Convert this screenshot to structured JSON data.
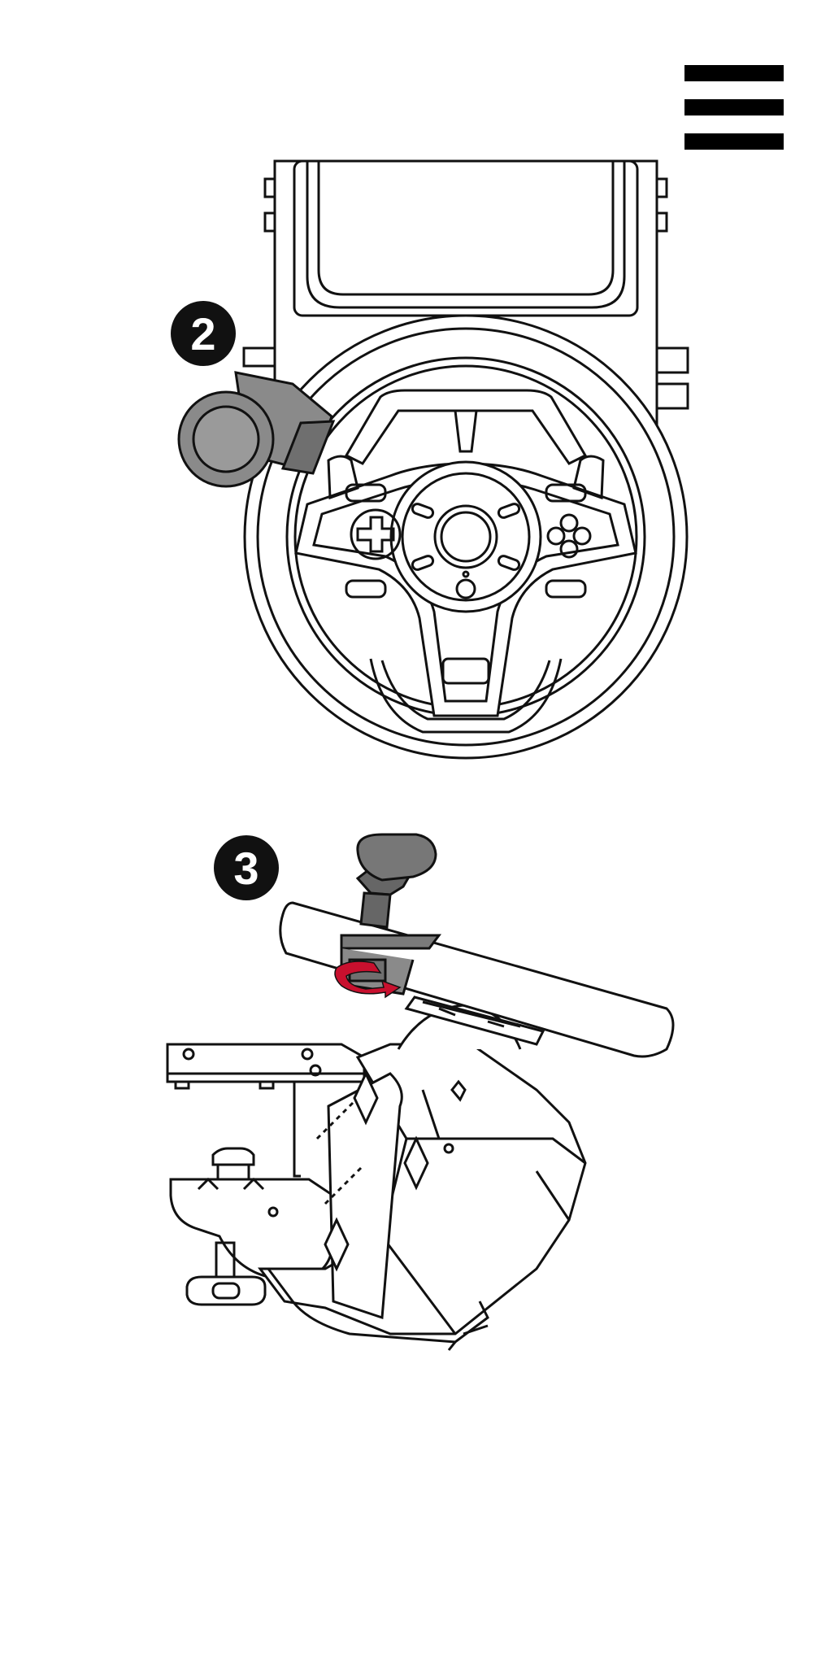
{
  "menu": {
    "icon": "hamburger-menu-icon"
  },
  "steps": [
    {
      "number": "2",
      "icon": "step-number-badge"
    },
    {
      "number": "3",
      "icon": "step-number-badge"
    }
  ],
  "colors": {
    "badge": "#111111",
    "knob": "#8a8a8a",
    "arrow": "#c8102e",
    "line": "#111111"
  }
}
